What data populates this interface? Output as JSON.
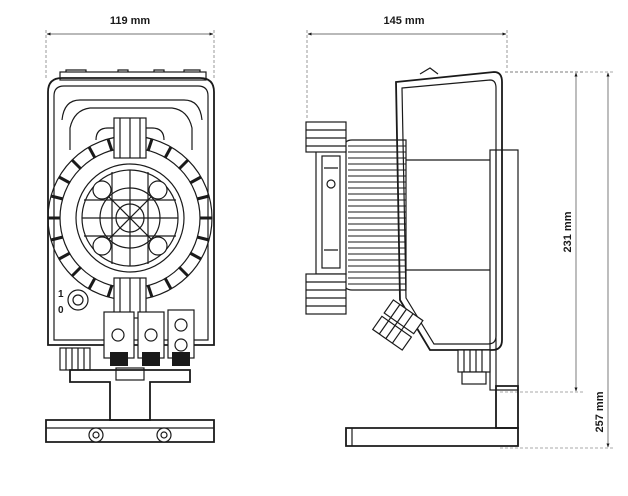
{
  "dimensions": {
    "front_width": "119 mm",
    "side_depth": "145 mm",
    "body_height": "231 mm",
    "total_height": "257 mm"
  },
  "front_panel_marks": {
    "switch_on": "1",
    "switch_off": "0"
  }
}
